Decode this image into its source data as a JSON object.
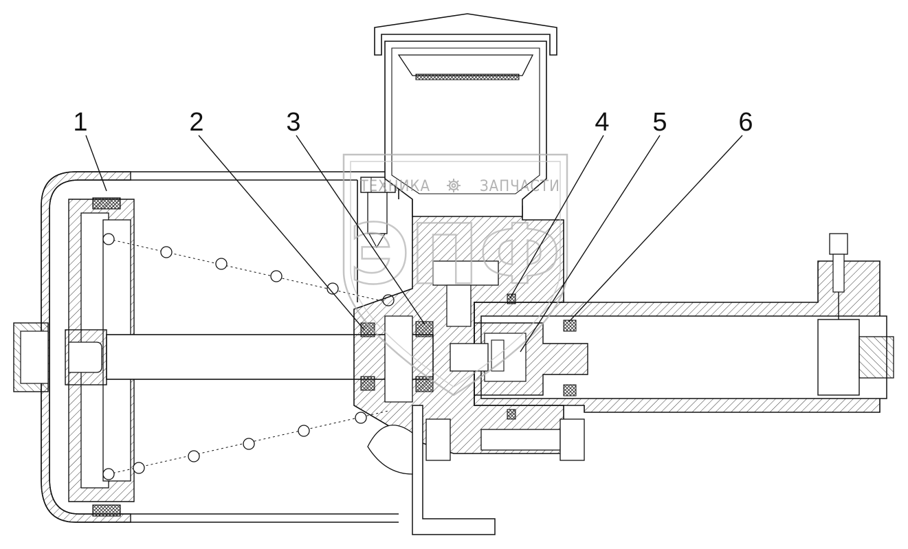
{
  "drawing": {
    "type": "technical-cross-section",
    "line_color": "#111111",
    "hatch_color": "#222222",
    "callouts": [
      {
        "id": "callout-1",
        "label": "1"
      },
      {
        "id": "callout-2",
        "label": "2"
      },
      {
        "id": "callout-3",
        "label": "3"
      },
      {
        "id": "callout-4",
        "label": "4"
      },
      {
        "id": "callout-5",
        "label": "5"
      },
      {
        "id": "callout-6",
        "label": "6"
      }
    ]
  },
  "watermark": {
    "brand_left": "ТЕХНИКА",
    "brand_right": "ЗАПЧАСТИ",
    "monogram": "ЭПФ",
    "icon": "gear-icon",
    "color": "#a0a0a0"
  }
}
